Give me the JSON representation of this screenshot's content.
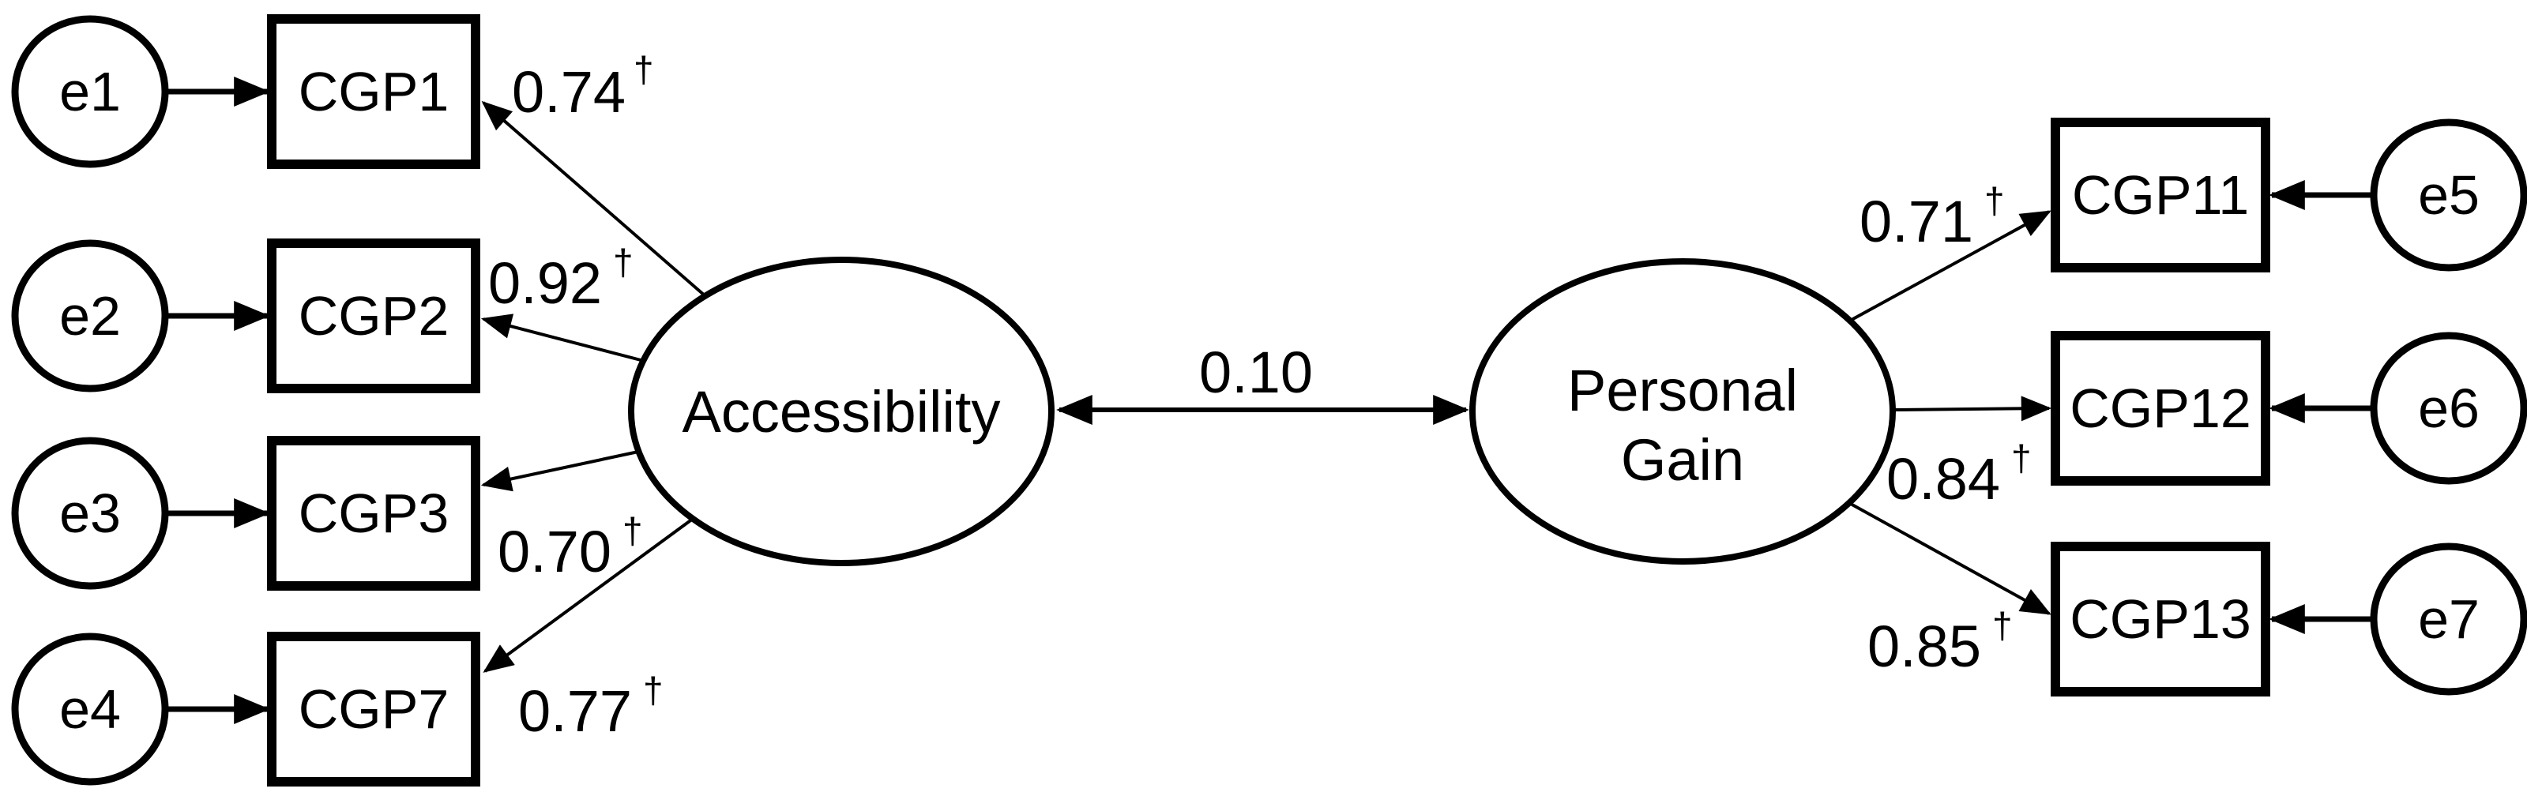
{
  "figure": {
    "type": "structural-equation-model-path-diagram",
    "background": "#ffffff",
    "stroke_color": "#000000",
    "dagger": "†",
    "covariance": {
      "value": "0.10"
    },
    "latents": {
      "left": {
        "label": "Accessibility"
      },
      "right": {
        "label_line1": "Personal",
        "label_line2": "Gain"
      }
    },
    "left_indicators": [
      {
        "error": "e1",
        "indicator": "CGP1",
        "loading": "0.74"
      },
      {
        "error": "e2",
        "indicator": "CGP2",
        "loading": "0.92"
      },
      {
        "error": "e3",
        "indicator": "CGP3",
        "loading": "0.70"
      },
      {
        "error": "e4",
        "indicator": "CGP7",
        "loading": "0.77"
      }
    ],
    "right_indicators": [
      {
        "error": "e5",
        "indicator": "CGP11",
        "loading": "0.71"
      },
      {
        "error": "e6",
        "indicator": "CGP12",
        "loading": "0.84"
      },
      {
        "error": "e7",
        "indicator": "CGP13",
        "loading": "0.85"
      }
    ]
  }
}
